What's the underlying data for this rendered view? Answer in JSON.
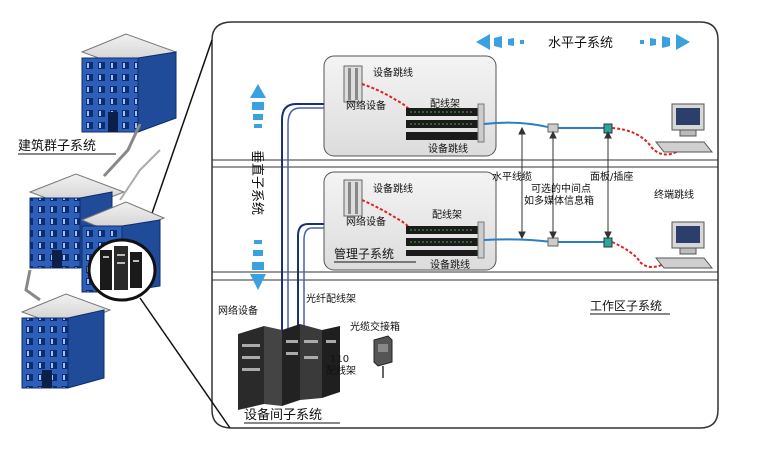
{
  "labels": {
    "building_group": "建筑群子系统",
    "horizontal": "水平子系统",
    "vertical": "垂直子系统",
    "patch_cord_top1": "设备跳线",
    "network_device_top": "网络设备",
    "patch_panel_top": "配线架",
    "patch_cord_top2": "设备跳线",
    "horizontal_cable": "水平线缆",
    "optional_midpoint": "可选的中间点",
    "multimedia_box": "如多媒体信息箱",
    "faceplate": "面板/插座",
    "terminal_cord": "终端跳线",
    "patch_cord_mid1": "设备跳线",
    "network_device_mid": "网络设备",
    "patch_panel_mid": "配线架",
    "admin_subsystem": "管理子系统",
    "patch_cord_mid2": "设备跳线",
    "work_area": "工作区子系统",
    "network_device_bottom": "网络设备",
    "fiber_panel": "光纤配线架",
    "fiber_box": "光缆交接箱",
    "panel_110_a": "110",
    "panel_110_b": "配线架",
    "equipment_room": "设备间子系统"
  }
}
